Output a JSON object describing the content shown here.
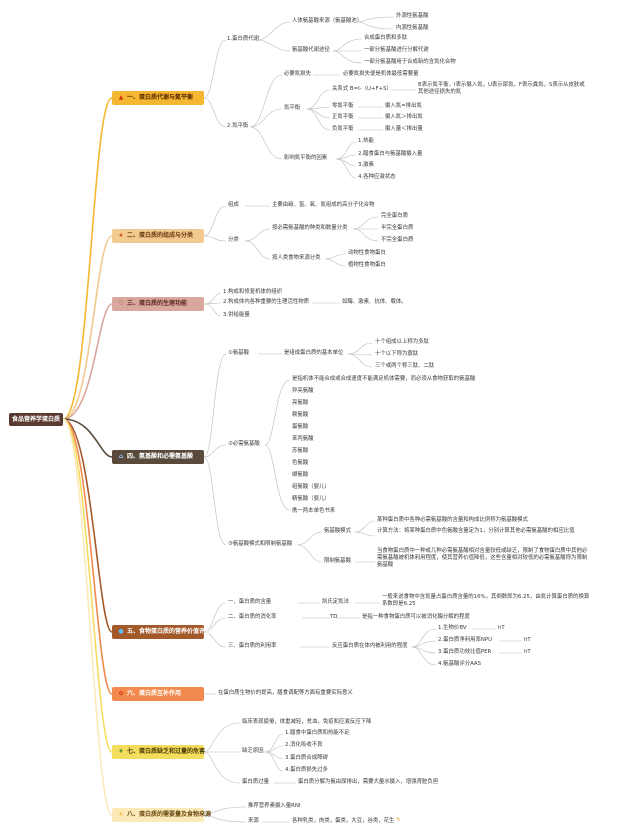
{
  "root": "食品营养学蛋白质",
  "colors": {
    "s1": "#f5b731",
    "s2": "#f2c98e",
    "s3": "#d9a79b",
    "s4": "#5a4a3c",
    "s5": "#a35a2a",
    "s6": "#f28a4d",
    "s7": "#f3dc5e",
    "s8": "#fbe9b8",
    "root": "#5a3a30"
  },
  "sections": {
    "s1": "一、蛋白质代谢与氮平衡",
    "s2": "二、蛋白质的组成与分类",
    "s3": "三、蛋白质的生理功能",
    "s4": "四、氨基酸和必需氨基酸",
    "s5": "五、食物蛋白质的营养价值评价",
    "s6": "六、蛋白质互补作用",
    "s7": "七、蛋白质缺乏和过量的危害",
    "s8": "八、蛋白质的需要量及食物来源"
  },
  "s1": {
    "metab": "1.蛋白质代谢",
    "src": "人体氨基酸来源（氨基酸池）",
    "src_a": "外源性氨基酸",
    "src_b": "内源性氨基酸",
    "path": "氨基酸代谢途径",
    "path_a": "合成蛋白质和多肽",
    "path_b": "一部分氨基酸进行分解代谢",
    "path_c": "一部分氨基酸用于合成新的含氮化合物",
    "nb": "2.氮平衡",
    "loss": "必要氮损失",
    "loss_d": "必要氮损失便是机体最低需要量",
    "nbal": "氮平衡",
    "formula": "关系式 B=I-（U+F+S）",
    "formula_d": "B表示氮平衡，I表示摄入氮，U表示尿氮，F表示粪氮，S表示从皮肤或其他途径损失的氮",
    "zero": "零氮平衡",
    "zero_d": "摄入氮=排出氮",
    "pos": "正氮平衡",
    "pos_d": "摄入氮＞排出氮",
    "neg": "负氮平衡",
    "neg_d": "摄入量＜排出量",
    "fac": "影响氮平衡的因素",
    "fac_1": "1.热能",
    "fac_2": "2.膳食蛋白与氨基酸摄入量",
    "fac_3": "3.激素",
    "fac_4": "4.各种应激状态"
  },
  "s2": {
    "comp": "组成",
    "comp_d": "主要由碳、氢、氧、氮组成的高分子化合物",
    "cls": "分类",
    "byaa": "按必需氨基酸的种类和数量分类",
    "aa1": "完全蛋白质",
    "aa2": "半完全蛋白质",
    "aa3": "不完全蛋白质",
    "bysrc": "按人类食物来源分类",
    "src1": "动物性食物蛋白",
    "src2": "植物性食物蛋白"
  },
  "s3": {
    "f1": "1.构成和修复机体的组织",
    "f2": "2.构成体内各种重要的生理活性物质",
    "f2_d": "如酶、激素、抗体、载体。",
    "f3": "3.供给能量"
  },
  "s4": {
    "aa": "①氨基酸",
    "unit": "是组成蛋白质的基本单位",
    "u1": "十个组成以上称为多肽",
    "u2": "十个以下称为寡肽",
    "u3": "三个或两个称三肽、二肽",
    "ess": "②必需氨基酸",
    "ess_def": "是指机体不能合成或合成速度不能满足机体需要，而必须从食物获取的氨基酸",
    "ess_list": [
      "异亮氨酸",
      "亮氨酸",
      "赖氨酸",
      "蛋氨酸",
      "苯丙氨酸",
      "苏氨酸",
      "色氨酸",
      "缬氨酸",
      "组氨酸（婴儿）",
      "精氨酸（婴儿）"
    ],
    "mnemonic": "携一两本单色书来",
    "mode": "③氨基酸模式和限制氨基酸",
    "pattern": "氨基酸模式",
    "pattern_d1": "某种蛋白质中各种必需氨基酸的含量和构成比例称为氨基酸模式",
    "pattern_d2": "计算方法：将某种蛋白质中色氨酸含量定为1，分别计算其他必需氨基酸的相应比值",
    "limit": "限制氨基酸",
    "limit_d": "当食物蛋白质中一种或几种必需氨基酸相对含量较低或缺乏，限制了食物蛋白质中其他必需氨基酸被机体利用程度，使其营养价值降低，这些含量相对较低的必需氨基酸称为限制氨基酸"
  },
  "s5": {
    "c1": "一、蛋白质的含量",
    "c1_m": "凯氏定氮法",
    "c1_d": "一般来说食物中含氮量占蛋白质含量的16%，其倒数即为6.25，由氮计算蛋白质的换算系数即是6.25",
    "c2": "二、蛋白质的消化率",
    "c2_m": "TD",
    "c2_d": "是指一种食物蛋白质可以被消化酶分解的程度",
    "c3": "三、蛋白质的利用率",
    "c3_m": "反应蛋白质在体内被利用的程度",
    "r1": "1.生物价BV",
    "r1_m": "hT",
    "r2": "2.蛋白质净利用率NPU",
    "r2_m": "hT",
    "r3": "3.蛋白质功效比值PER",
    "r3_m": "hT",
    "r4": "4.氨基酸评分AAS"
  },
  "s6": {
    "d": "在蛋白质生物价的提高，膳食调配等方面有重要实际意义"
  },
  "s7": {
    "clin": "临床表现疲倦，体重减轻，贫血，免疫和应激反应下降",
    "def": "缺乏原因",
    "d1": "1.膳食中蛋白质和热能不足",
    "d2": "2.消化吸收不良",
    "d3": "3.蛋白质合成障碍",
    "d4": "4.蛋白质损失过多",
    "excess": "蛋白质过量",
    "excess_d": "蛋白质分解为氨由尿排出，需要大量水摄入，增强肾脏负担"
  },
  "s8": {
    "rni": "推荐营养素摄入量RNI",
    "src": "来源",
    "src_d": "各种乳类，肉类，蛋类，大豆，谷类，花生"
  }
}
